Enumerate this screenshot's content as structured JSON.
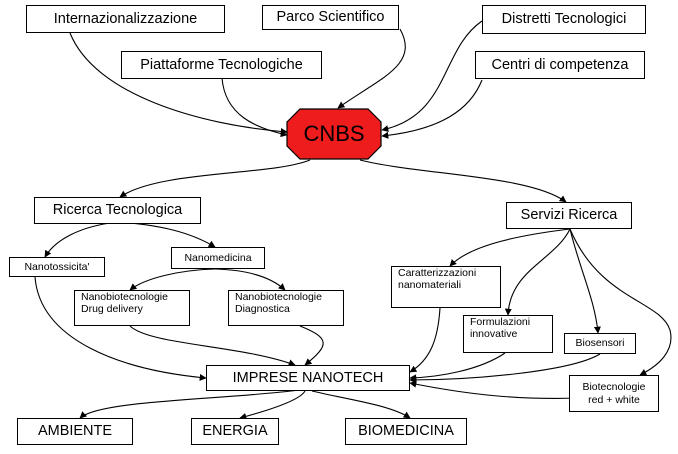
{
  "hub": {
    "label": "CNBS",
    "fill": "#ee1c1c"
  },
  "top_nodes": {
    "internazionalizzazione": "Internazionalizzazione",
    "parco_scientifico": "Parco Scientifico",
    "distretti_tecnologici": "Distretti Tecnologici",
    "piattaforme_tecnologiche": "Piattaforme Tecnologiche",
    "centri_di_competenza": "Centri di competenza"
  },
  "ricerca_tecnologica": {
    "label": "Ricerca Tecnologica",
    "nanotossicita": "Nanotossicita'",
    "nanomedicina": "Nanomedicina",
    "drug_delivery": [
      "Nanobiotecnologie",
      "Drug delivery"
    ],
    "diagnostica": [
      "Nanobiotecnologie",
      "Diagnostica"
    ]
  },
  "servizi_ricerca": {
    "label": "Servizi Ricerca",
    "caratterizzazioni": [
      "Caratterizzazioni",
      "nanomateriali"
    ],
    "formulazioni": [
      "Formulazioni",
      "innovative"
    ],
    "biosensori": "Biosensori",
    "biotecnologie": [
      "Biotecnologie",
      "red + white"
    ]
  },
  "imprese": {
    "label": "IMPRESE NANOTECH"
  },
  "sectors": {
    "ambiente": "AMBIENTE",
    "energia": "ENERGIA",
    "biomedicina": "BIOMEDICINA"
  }
}
